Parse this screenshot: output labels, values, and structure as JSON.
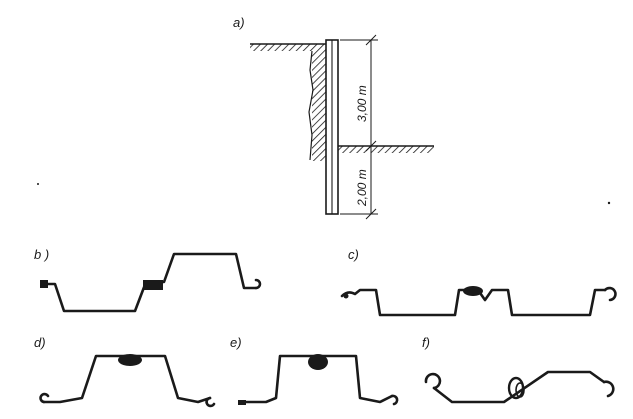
{
  "labels": {
    "a": "a)",
    "b": "b )",
    "c": "c)",
    "d": "d)",
    "e": "e)",
    "f": "f)"
  },
  "dimensions": {
    "upper": "3,00 m",
    "lower": "2,00 m"
  },
  "colors": {
    "ink": "#1a1a1a",
    "background": "#ffffff"
  }
}
